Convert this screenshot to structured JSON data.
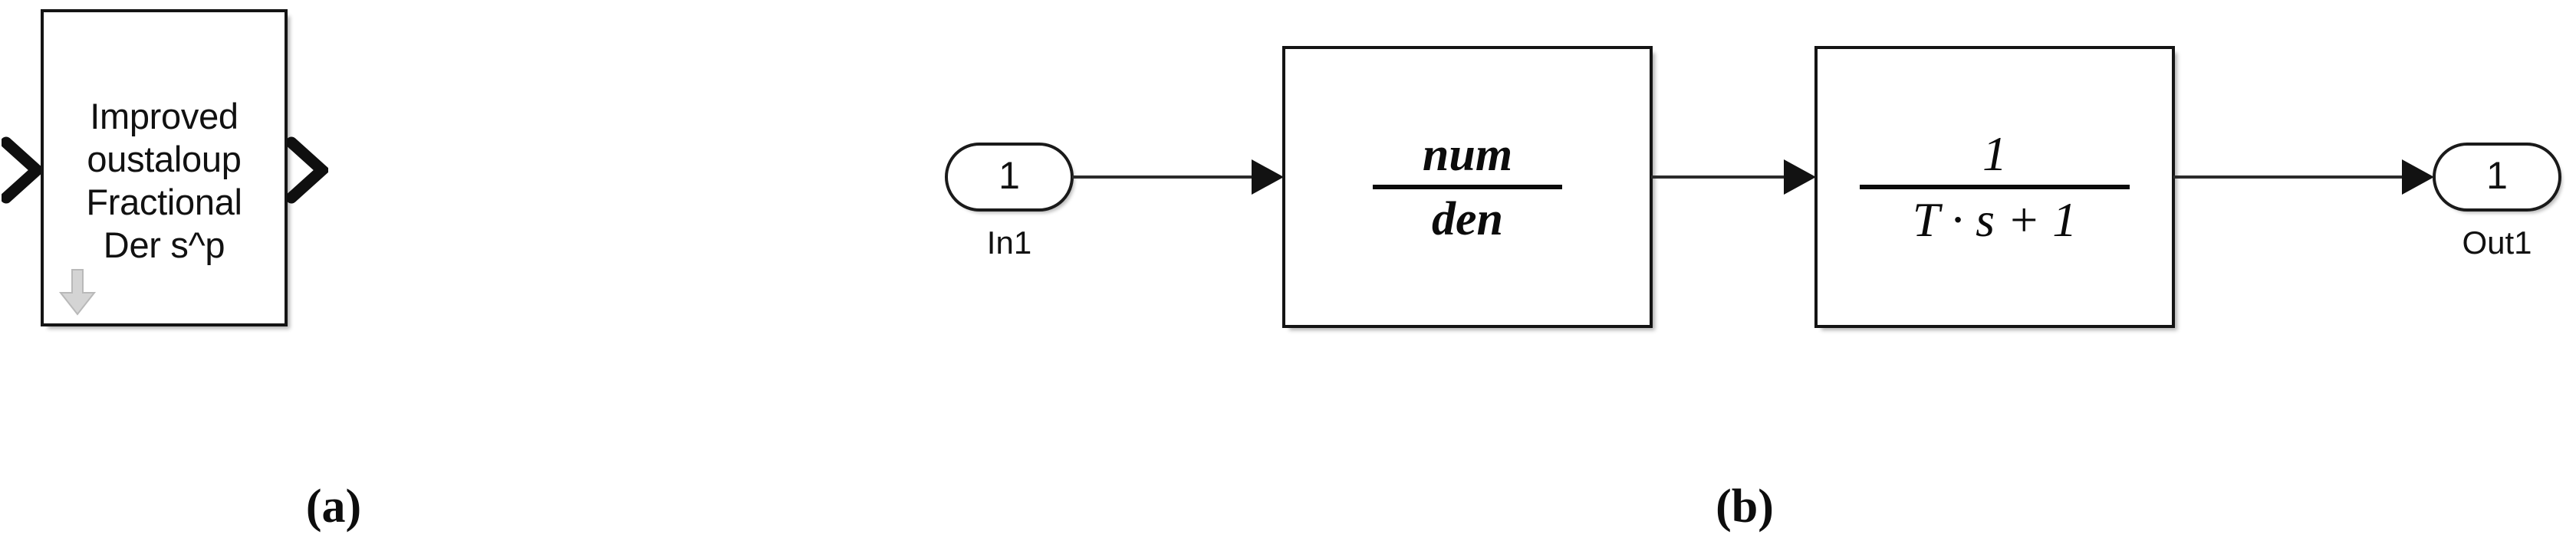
{
  "figure": {
    "captions": [
      {
        "id": "a",
        "text": "(a)"
      },
      {
        "id": "b",
        "text": "(b)"
      }
    ]
  },
  "panel_a": {
    "block": {
      "name": "improved-oustaloup-block",
      "label": "Improved oustaloup\nFractional\nDer s^p",
      "label_lines": [
        "Improved oustaloup",
        "Fractional",
        "Der s^p"
      ],
      "border_color": "#141414",
      "fill_color": "#ffffff"
    },
    "ports": {
      "input_chevron": "input-port-chevron",
      "output_chevron": "output-port-chevron"
    },
    "subsystem_arrow": {
      "name": "subsystem-down-arrow",
      "color": "#d0d0d0",
      "stroke": "#b4b4b4"
    }
  },
  "panel_b": {
    "input_port": {
      "number": "1",
      "caption": "In1"
    },
    "output_port": {
      "number": "1",
      "caption": "Out1"
    },
    "blocks": [
      {
        "name": "transfer-function-numden",
        "numerator": "num",
        "denominator": "den"
      },
      {
        "name": "transfer-function-first-order-lag",
        "numerator": "1",
        "denominator": "T · s + 1"
      }
    ],
    "signal_color": "#2b2b2b",
    "arrow_color": "#121212"
  }
}
